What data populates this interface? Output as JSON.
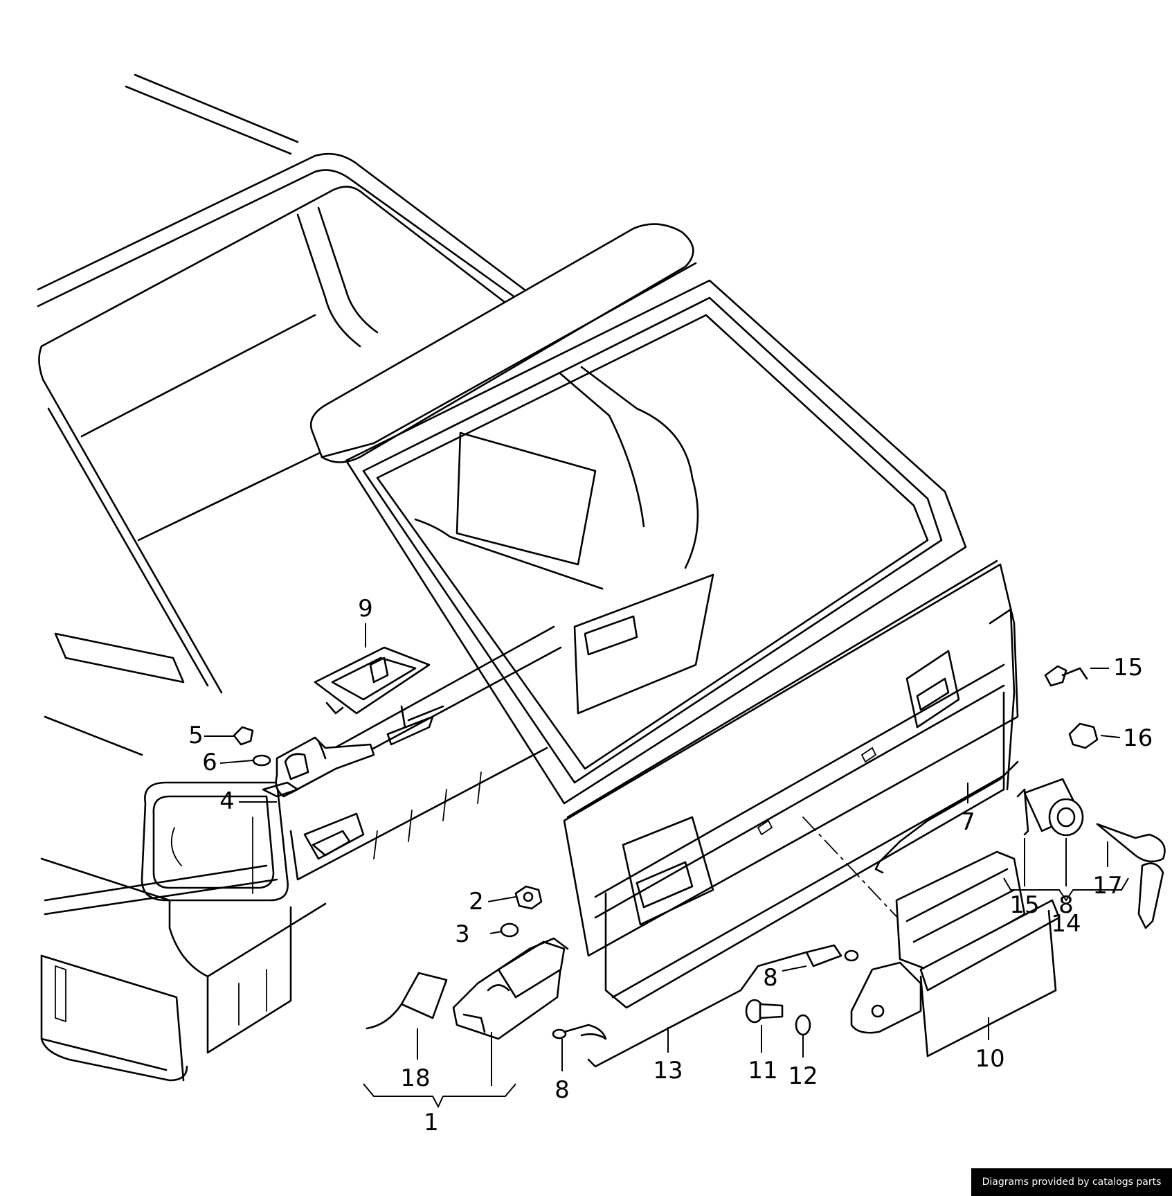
{
  "diagram": {
    "callouts": {
      "c1": "1",
      "c2": "2",
      "c3": "3",
      "c4": "4",
      "c5": "5",
      "c6": "6",
      "c7": "7",
      "c8_cable": "8",
      "c8_lock": "8",
      "c8_clip": "8",
      "c9": "9",
      "c10": "10",
      "c11": "11",
      "c12": "12",
      "c13": "13",
      "c14": "14",
      "c15_top": "15",
      "c15_lock": "15",
      "c16": "16",
      "c17": "17",
      "c18": "18"
    }
  },
  "footer": {
    "credit": "Diagrams provided by catalogs parts"
  }
}
